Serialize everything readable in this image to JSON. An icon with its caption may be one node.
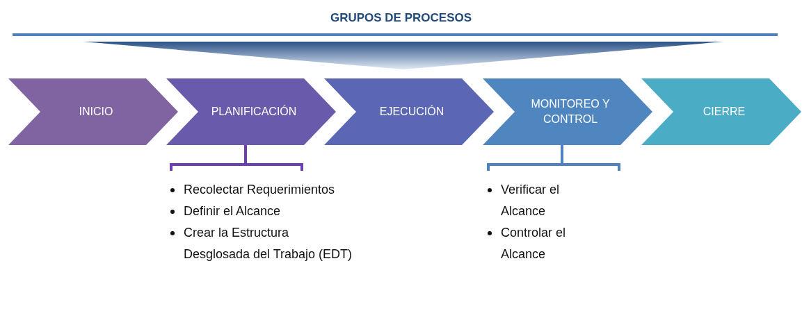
{
  "diagram": {
    "title": "GRUPOS DE PROCESOS",
    "nodes": [
      {
        "text": [
          "INICIO"
        ]
      },
      {
        "text": [
          "PLANIFICACIÓN"
        ]
      },
      {
        "text": [
          "EJECUCIÓN"
        ]
      },
      {
        "text": [
          "MONITOREO Y CONTROL"
        ]
      },
      {
        "text": [
          "CIERRE"
        ]
      },
      {
        "text": [
          "Recolectar Requerimientos",
          "Definir el Alcance",
          "Crear la Estructura Desglosada del Trabajo (EDT)"
        ]
      },
      {
        "text": [
          "Verificar el Alcance",
          "Controlar el Alcance"
        ]
      }
    ],
    "edges": [
      {
        "from": 1,
        "to": 5,
        "arrow": "none",
        "color": "#6b3fb0"
      },
      {
        "from": 3,
        "to": 6,
        "arrow": "none",
        "color": "#4f81bd"
      }
    ]
  }
}
